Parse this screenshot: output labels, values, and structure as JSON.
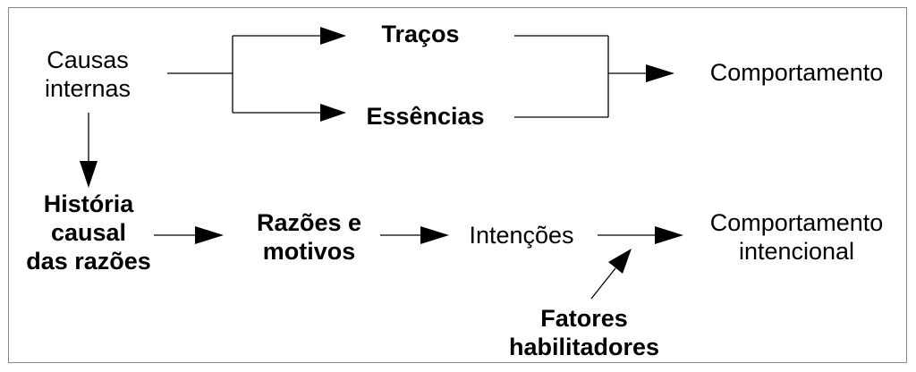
{
  "nodes": {
    "causas_internas": [
      "Causas",
      "internas"
    ],
    "tracos": "Traços",
    "essencias": "Essências",
    "comportamento": "Comportamento",
    "historia": [
      "História",
      "causal",
      "das razões"
    ],
    "razoes": [
      "Razões e",
      "motivos"
    ],
    "intencoes": "Intenções",
    "comportamento_intencional": [
      "Comportamento",
      "intencional"
    ],
    "fatores": [
      "Fatores",
      "habilitadores"
    ]
  },
  "colors": {
    "line": "#000000",
    "frame": "#8a8a8a",
    "background": "#ffffff"
  }
}
